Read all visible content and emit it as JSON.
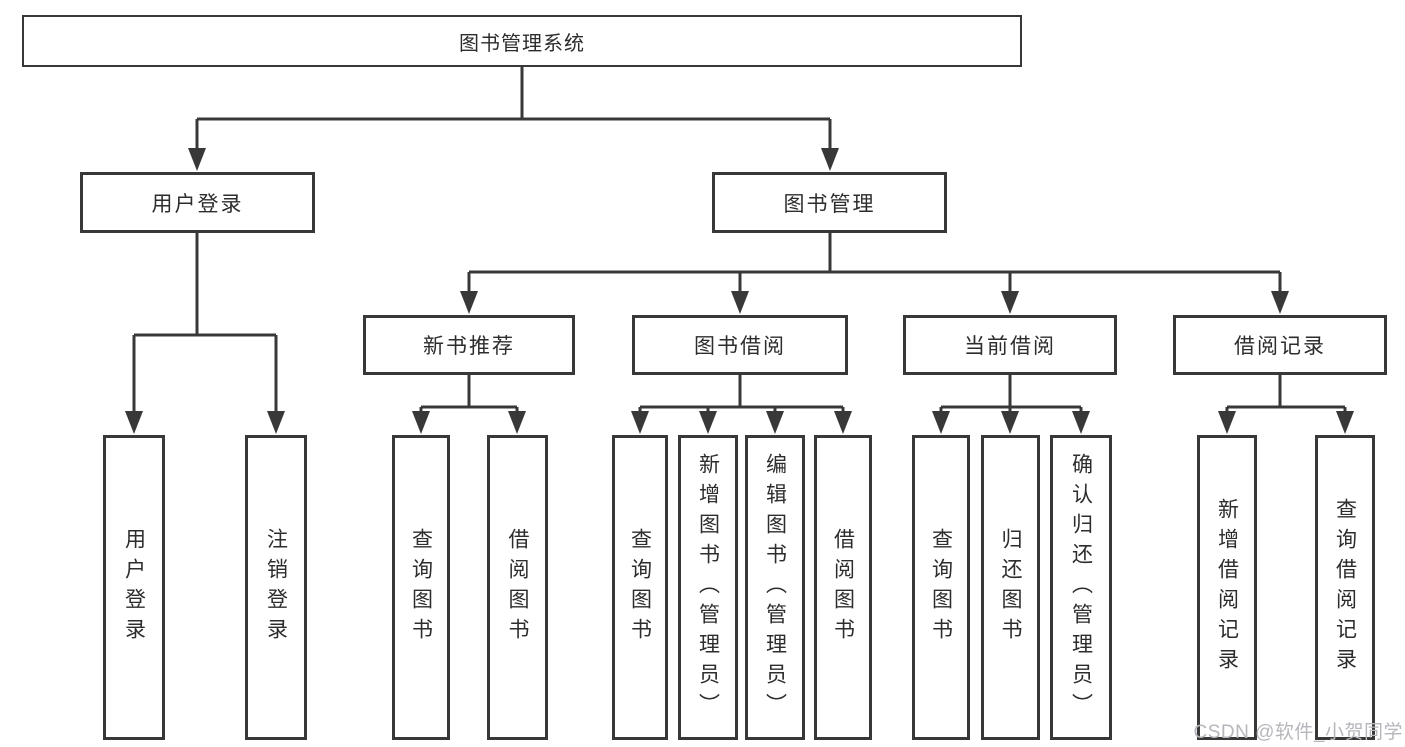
{
  "diagram": {
    "title": "图书管理系统",
    "children": [
      {
        "label": "用户登录",
        "children": [
          {
            "label": "用户登录"
          },
          {
            "label": "注销登录"
          }
        ]
      },
      {
        "label": "图书管理",
        "children": [
          {
            "label": "新书推荐",
            "children": [
              {
                "label": "查询图书"
              },
              {
                "label": "借阅图书"
              }
            ]
          },
          {
            "label": "图书借阅",
            "children": [
              {
                "label": "查询图书"
              },
              {
                "label": "新增图书（管理员）"
              },
              {
                "label": "编辑图书（管理员）"
              },
              {
                "label": "借阅图书"
              }
            ]
          },
          {
            "label": "当前借阅",
            "children": [
              {
                "label": "查询图书"
              },
              {
                "label": "归还图书"
              },
              {
                "label": "确认归还（管理员）"
              }
            ]
          },
          {
            "label": "借阅记录",
            "children": [
              {
                "label": "新增借阅记录"
              },
              {
                "label": "查询借阅记录"
              }
            ]
          }
        ]
      }
    ]
  },
  "watermark": {
    "text": "CSDN @软件_小贺同学"
  },
  "colors": {
    "line": "#383838",
    "text": "#2d2d2d",
    "watermark": "#b6b6bd",
    "background": "#ffffff"
  }
}
